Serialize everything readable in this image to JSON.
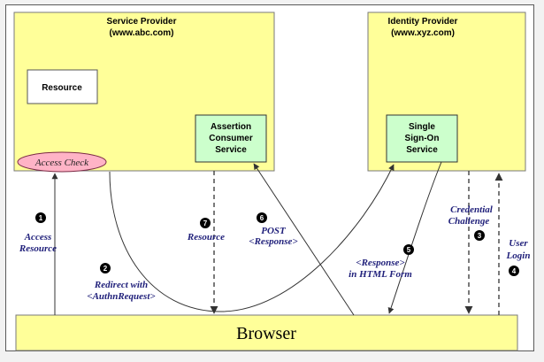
{
  "service_provider": {
    "title": "Service Provider",
    "domain": "(www.abc.com)"
  },
  "identity_provider": {
    "title": "Identity Provider",
    "domain": "(www.xyz.com)"
  },
  "resource_box": {
    "label": "Resource"
  },
  "access_check": {
    "label": "Access Check"
  },
  "acs": {
    "line1": "Assertion",
    "line2": "Consumer",
    "line3": "Service"
  },
  "sso": {
    "line1": "Single",
    "line2": "Sign-On",
    "line3": "Service"
  },
  "browser": {
    "label": "Browser"
  },
  "steps": [
    {
      "num": "1",
      "line1": "Access",
      "line2": "Resource"
    },
    {
      "num": "2",
      "line1": "Redirect with",
      "line2": "<AuthnRequest>"
    },
    {
      "num": "3",
      "line1": "Credential",
      "line2": "Challenge"
    },
    {
      "num": "4",
      "line1": "User",
      "line2": "Login"
    },
    {
      "num": "5",
      "line1": "<Response>",
      "line2": "in  HTML Form"
    },
    {
      "num": "6",
      "line1": "POST",
      "line2": "<Response>"
    },
    {
      "num": "7",
      "line1": "Resource",
      "line2": ""
    }
  ],
  "colors": {
    "provider_fill": "#ffff99",
    "service_fill": "#ccffcc",
    "access_check_fill": "#ffb3c6",
    "label_text": "#1f1f7a",
    "badge_fill": "#000000"
  }
}
